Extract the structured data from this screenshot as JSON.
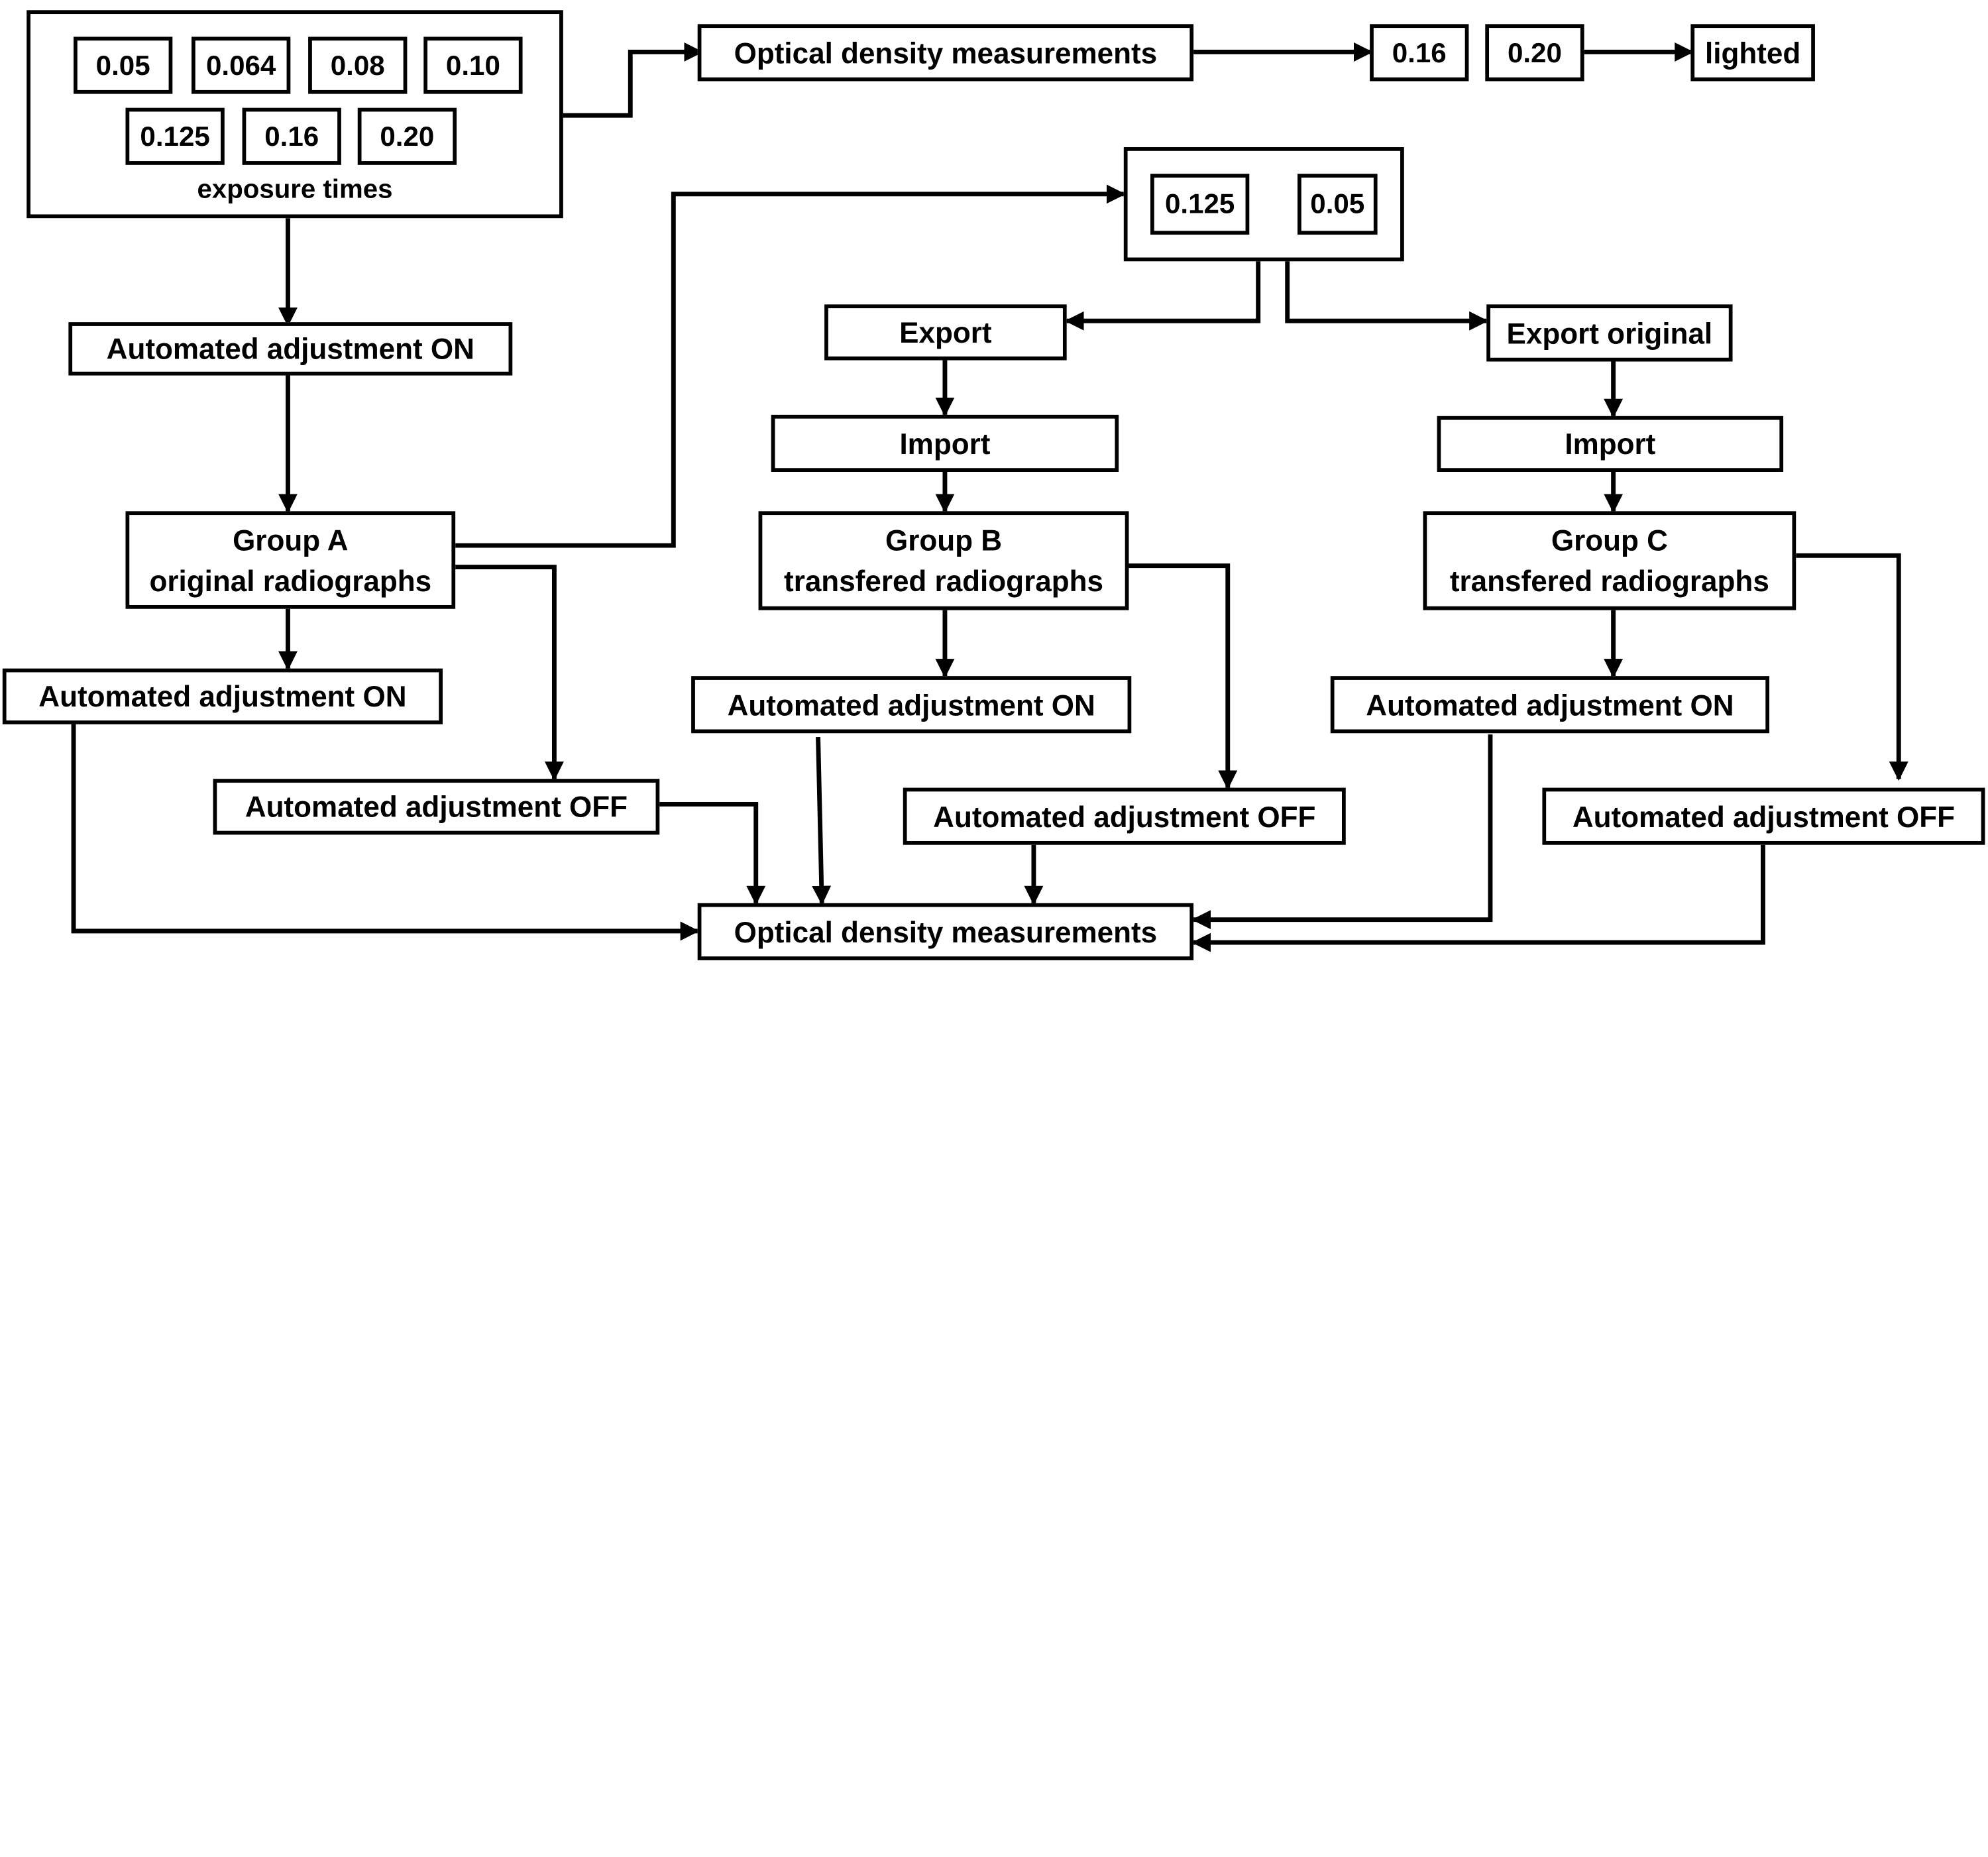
{
  "exposure_panel": {
    "values_row1": [
      "0.05",
      "0.064",
      "0.08",
      "0.10"
    ],
    "values_row2": [
      "0.125",
      "0.16",
      "0.20"
    ],
    "caption": "exposure times"
  },
  "top_row": {
    "measurements": "Optical density measurements",
    "value_a": "0.16",
    "value_b": "0.20",
    "lighted": "lighted"
  },
  "selected_panel": {
    "value_a": "0.125",
    "value_b": "0.05"
  },
  "left_column": {
    "adjust_on_top": "Automated adjustment ON"
  },
  "group_a": {
    "title": "Group A",
    "subtitle": "original radiographs",
    "adjust_on": "Automated adjustment ON",
    "adjust_off": "Automated adjustment OFF"
  },
  "group_b": {
    "export": "Export",
    "import": "Import",
    "title": "Group B",
    "subtitle": "transfered radiographs",
    "adjust_on": "Automated adjustment ON",
    "adjust_off": "Automated adjustment OFF"
  },
  "group_c": {
    "export": "Export original",
    "import": "Import",
    "title": "Group C",
    "subtitle": "transfered radiographs",
    "adjust_on": "Automated adjustment ON",
    "adjust_off": "Automated adjustment OFF"
  },
  "final": {
    "measurements": "Optical density measurements"
  },
  "colors": {
    "stroke": "#000000",
    "fill": "#ffffff"
  }
}
